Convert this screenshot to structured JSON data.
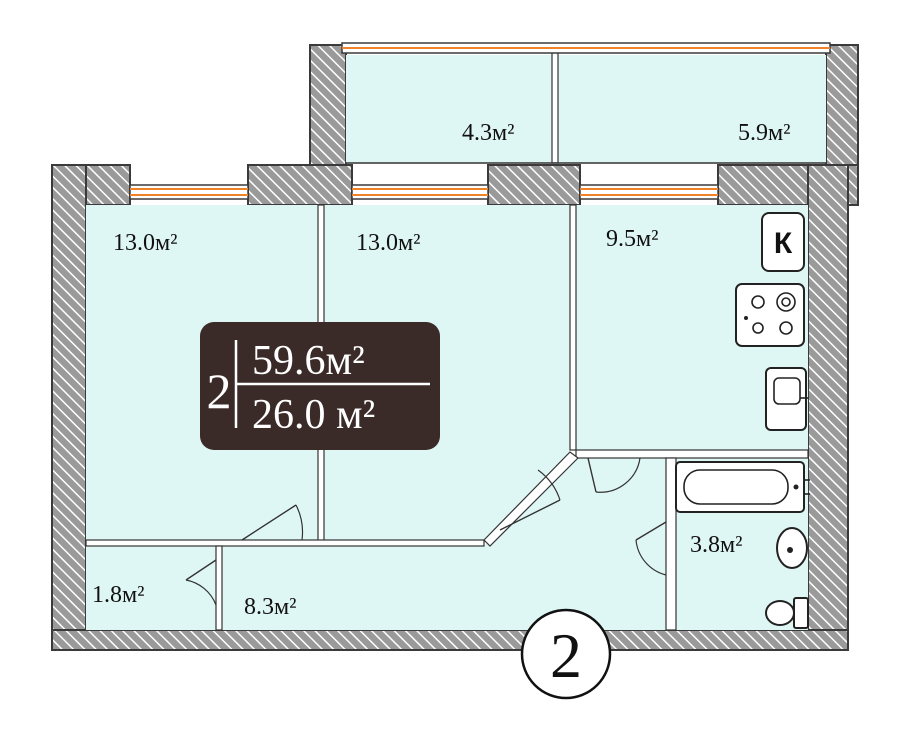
{
  "plan": {
    "rooms": [
      {
        "id": "balcony-left",
        "area": "4.3м²"
      },
      {
        "id": "balcony-right",
        "area": "5.9м²"
      },
      {
        "id": "bedroom-left",
        "area": "13.0м²"
      },
      {
        "id": "bedroom-middle",
        "area": "13.0м²"
      },
      {
        "id": "kitchen",
        "area": "9.5м²"
      },
      {
        "id": "bathroom",
        "area": "3.8м²"
      },
      {
        "id": "storage",
        "area": "1.8м²"
      },
      {
        "id": "hallway",
        "area": "8.3м²"
      }
    ],
    "summary": {
      "room_count": "2",
      "total_area": "59.6м²",
      "living_area": "26.0 м²",
      "badge_color": "#3a2a28"
    },
    "kitchen_marker": "К",
    "unit_number": "2",
    "colors": {
      "room_fill": "#dff7f4",
      "window_accent": "#f0822a",
      "wall_hatch": "#3a3a3a"
    },
    "icons": [
      "stove-icon",
      "sink-icon",
      "bathtub-icon",
      "washbasin-icon",
      "toilet-icon"
    ]
  }
}
